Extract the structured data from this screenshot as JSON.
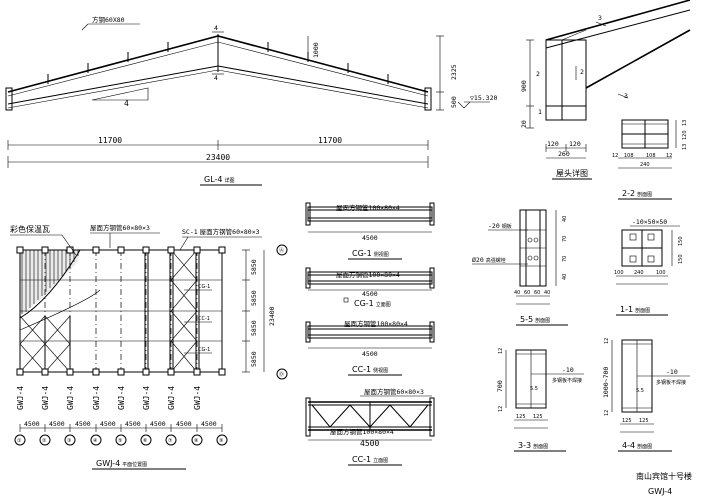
{
  "gl4": {
    "title": "GL-4",
    "title_note": "详图",
    "top_label": "方钢60X80",
    "dim_left": "11700",
    "dim_right": "11700",
    "dim_total": "23400",
    "dim_h1": "1000",
    "dim_h2": "2325",
    "dim_h3": "500",
    "elev": "15.320",
    "slope": "4",
    "mark_a": "4",
    "mark_b": "4"
  },
  "joint": {
    "title": "屋头详图",
    "d_900": "900",
    "d_20": "20",
    "d_120a": "120",
    "d_120b": "120",
    "d_260": "260",
    "m2a": "2",
    "m2b": "2",
    "m1": "1",
    "m3a": "3",
    "m3b": "3"
  },
  "sec22": {
    "title": "2-2",
    "title_note": "剖面图",
    "d1": "12",
    "d2": "108",
    "d3": "108",
    "d4": "12",
    "d5": "240",
    "v1": "13",
    "v2": "120",
    "v3": "13"
  },
  "plan": {
    "title": "GWJ-4",
    "title_note": "平面位置图",
    "roof_label": "彩色保温瓦",
    "top_label": "屋面方钢管",
    "top_spec": "60×80×3",
    "sc_label": "SC-1",
    "sc_note": "屋面方钢管",
    "sc_spec": "60×80×3",
    "cg_a": "CG-1",
    "cc_a": "CC-1",
    "cg_b": "CG-1",
    "frame_labels": [
      "GWJ-4",
      "GWJ-4",
      "GWJ-4",
      "GWJ-4",
      "GWJ-4",
      "GWJ-4",
      "GWJ-4",
      "GWJ-4"
    ],
    "bay_dims": [
      "4500",
      "4500",
      "4500",
      "4500",
      "4500",
      "4500",
      "4500",
      "4500"
    ],
    "axes": [
      "①",
      "②",
      "③",
      "④",
      "⑤",
      "⑥",
      "⑦",
      "⑧",
      "⑨"
    ],
    "side_dims": [
      "5850",
      "5850",
      "5850",
      "5850"
    ],
    "side_total": "23400",
    "axis_top": "Ⓐ",
    "axis_bot": "Ⓓ"
  },
  "cg1a": {
    "label": "屋面方钢管",
    "spec": "100×80×4",
    "dim": "4500",
    "title": "CG-1",
    "title_note": "侧视图"
  },
  "cg1b": {
    "label": "屋面方钢管",
    "spec": "100×80×4",
    "dim": "4500",
    "title": "CG-1",
    "title_note": "立面图"
  },
  "cc1a": {
    "label": "屋面方钢管",
    "spec": "100×80×4",
    "dim": "4500",
    "title": "CC-1",
    "title_note": "侧视图"
  },
  "cc1b": {
    "label_top": "屋面方钢管",
    "spec_top": "60×80×3",
    "label_bot": "屋面方钢管",
    "spec_bot": "100×80×4",
    "dim": "4500",
    "title": "CC-1",
    "title_note": "立面图"
  },
  "sec55": {
    "title": "5-5",
    "title_note": "剖面图",
    "lbl_plate": "-20",
    "lbl_plate_note": "钢板",
    "lbl_bolt": "Ø20",
    "lbl_bolt_note": "高强螺栓",
    "dims": [
      "40",
      "60",
      "60",
      "40"
    ],
    "vdims": [
      "40",
      "70",
      "70",
      "40"
    ]
  },
  "sec11": {
    "title": "1-1",
    "title_note": "剖面图",
    "spec": "-10×50×50",
    "d1": "100",
    "d2": "240",
    "d3": "100",
    "v1": "150",
    "v2": "150"
  },
  "sec33": {
    "title": "3-3",
    "title_note": "剖面图",
    "plate": "-10",
    "plate_note": "多钢板不焊接",
    "height": "700",
    "t12a": "12",
    "t12b": "12",
    "w1": "125",
    "w2": "125",
    "mark": "5.5"
  },
  "sec44": {
    "title": "4-4",
    "title_note": "剖面图",
    "plate": "-10",
    "plate_note": "多钢板不焊接",
    "height": "1000~700",
    "t12a": "12",
    "t12b": "12",
    "w1": "125",
    "w2": "125",
    "mark": "5.5"
  },
  "footer": {
    "project": "南山宾馆十号楼",
    "drawing": "GWJ-4"
  }
}
